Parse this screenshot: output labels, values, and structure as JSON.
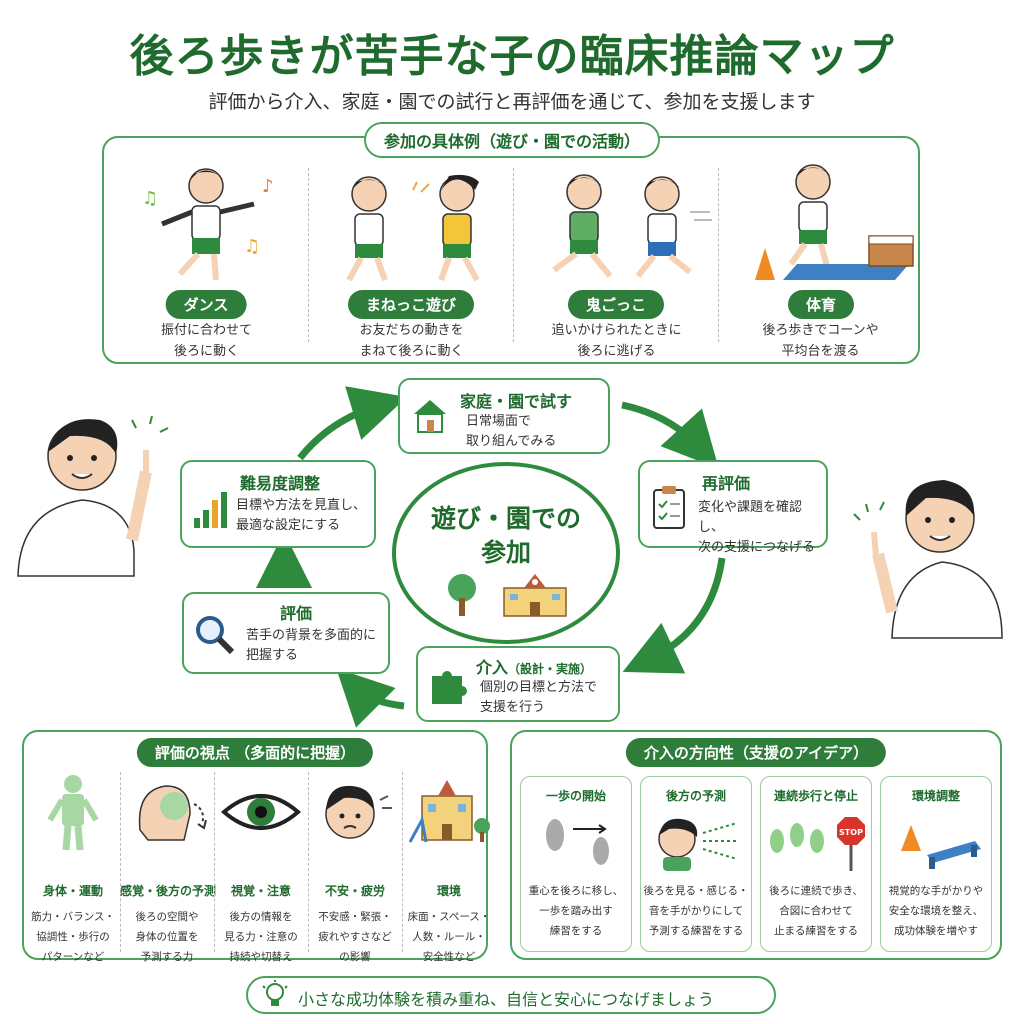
{
  "title": "後ろ歩きが苦手な子の臨床推論マップ",
  "subtitle": "評価から介入、家庭・園での試行と再評価を通じて、参加を支援します",
  "participation": {
    "heading": "参加の具体例（遊び・園での活動）",
    "items": [
      {
        "label": "ダンス",
        "desc1": "振付に合わせて",
        "desc2": "後ろに動く",
        "icon": "dancing-child-icon"
      },
      {
        "label": "まねっこ遊び",
        "desc1": "お友だちの動きを",
        "desc2": "まねて後ろに動く",
        "icon": "imitation-play-icon"
      },
      {
        "label": "鬼ごっこ",
        "desc1": "追いかけられたときに",
        "desc2": "後ろに逃げる",
        "icon": "tag-game-icon"
      },
      {
        "label": "体育",
        "desc1": "後ろ歩きでコーンや",
        "desc2": "平均台を渡る",
        "icon": "pe-class-icon"
      }
    ]
  },
  "cycle": {
    "center1": "遊び・園での",
    "center2": "参加",
    "home": {
      "title": "家庭・園で試す",
      "desc1": "日常場面で",
      "desc2": "取り組んでみる"
    },
    "reeval": {
      "title": "再評価",
      "desc1": "変化や課題を確認し、",
      "desc2": "次の支援につなげる"
    },
    "intervention": {
      "title": "介入",
      "title_sub": "（設計・実施）",
      "desc1": "個別の目標と方法で",
      "desc2": "支援を行う"
    },
    "eval": {
      "title": "評価",
      "desc1": "苦手の背景を多面的に",
      "desc2": "把握する"
    },
    "difficulty": {
      "title": "難易度調整",
      "desc1": "目標や方法を見直し、",
      "desc2": "最適な設定にする"
    }
  },
  "views": {
    "heading": "評価の視点 （多面的に把握）",
    "items": [
      {
        "title": "身体・運動",
        "d1": "筋力・バランス・",
        "d2": "協調性・歩行の",
        "d3": "パターンなど",
        "icon": "body-icon"
      },
      {
        "title": "感覚・後方の予測",
        "d1": "後ろの空間や",
        "d2": "身体の位置を",
        "d3": "予測する力",
        "icon": "head-sensing-icon"
      },
      {
        "title": "視覚・注意",
        "d1": "後方の情報を",
        "d2": "見る力・注意の",
        "d3": "持続や切替え",
        "icon": "eye-icon"
      },
      {
        "title": "不安・疲労",
        "d1": "不安感・緊張・",
        "d2": "疲れやすさなど",
        "d3": "の影響",
        "icon": "worried-face-icon"
      },
      {
        "title": "環境",
        "d1": "床面・スペース・",
        "d2": "人数・ルール・",
        "d3": "安全性など",
        "icon": "school-building-icon"
      }
    ]
  },
  "directions": {
    "heading": "介入の方向性（支援のアイデア）",
    "items": [
      {
        "title": "一歩の開始",
        "d1": "重心を後ろに移し、",
        "d2": "一歩を踏み出す",
        "d3": "練習をする",
        "icon": "footprints-icon"
      },
      {
        "title": "後方の予測",
        "d1": "後ろを見る・感じる・",
        "d2": "音を手がかりにして",
        "d3": "予測する練習をする",
        "icon": "child-looking-back-icon"
      },
      {
        "title": "連続歩行と停止",
        "d1": "後ろに連続で歩き、",
        "d2": "合図に合わせて",
        "d3": "止まる練習をする",
        "icon": "stop-sign-icon"
      },
      {
        "title": "環境調整",
        "d1": "視覚的な手がかりや",
        "d2": "安全な環境を整え、",
        "d3": "成功体験を増やす",
        "icon": "balance-board-icon"
      }
    ]
  },
  "footer": "小さな成功体験を積み重ね、自信と安心につなげましょう",
  "colors": {
    "accent": "#2e7d3a",
    "border": "#4aa35a"
  }
}
